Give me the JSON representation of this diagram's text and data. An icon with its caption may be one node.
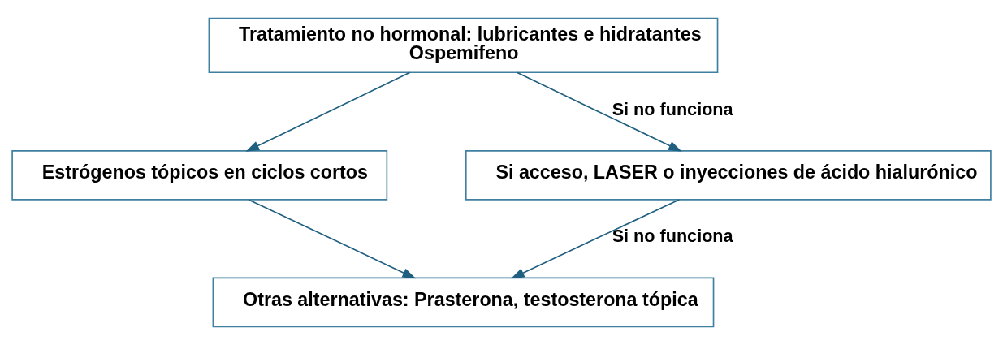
{
  "diagram": {
    "nodes": [
      {
        "text": [
          "Tratamiento no hormonal: lubricantes e hidratantes",
          "Ospemifeno"
        ]
      },
      {
        "text": [
          "Estrógenos tópicos en ciclos cortos"
        ]
      },
      {
        "text": [
          "Si acceso, LASER o inyecciones de ácido hialurónico"
        ]
      },
      {
        "text": [
          "Otras alternativas: Prasterona, testosterona tópica"
        ]
      }
    ],
    "edges": [
      {
        "from": 0,
        "to": 1,
        "arrow": "to"
      },
      {
        "from": 0,
        "to": 2,
        "arrow": "to",
        "label": "Si no funciona"
      },
      {
        "from": 1,
        "to": 3,
        "arrow": "to"
      },
      {
        "from": 2,
        "to": 3,
        "arrow": "to",
        "label": "Si no funciona"
      }
    ]
  }
}
